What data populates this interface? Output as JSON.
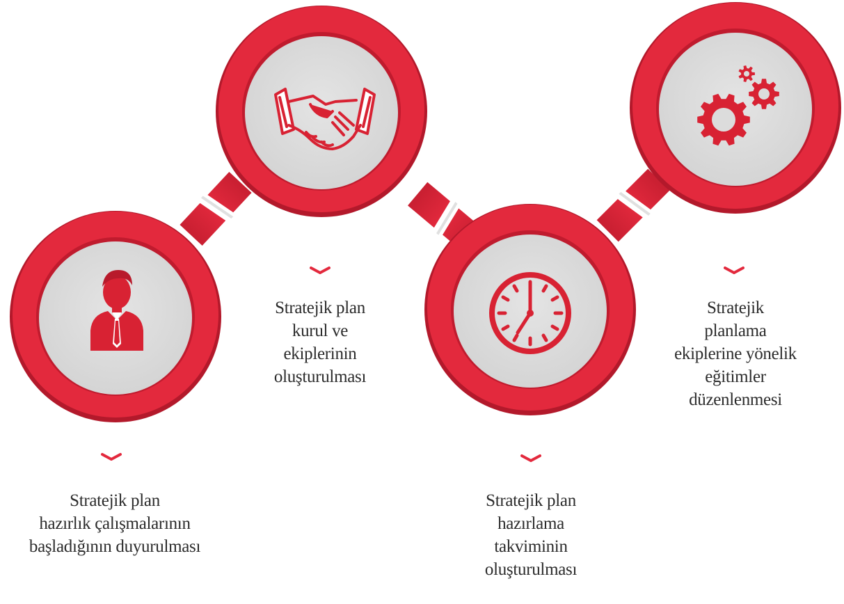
{
  "theme": {
    "ring_color": "#e3293d",
    "ring_dark": "#b3192b",
    "inner_color": "#dcdcdc",
    "icon_color": "#d82233",
    "text_color": "#2b2b2b"
  },
  "steps": [
    {
      "icon": "businessman-icon",
      "caption_lines": [
        "Stratejik plan",
        "hazırlık çalışmalarının",
        "başladığının duyurulması"
      ]
    },
    {
      "icon": "handshake-icon",
      "caption_lines": [
        "Stratejik plan",
        "kurul ve",
        "ekiplerinin",
        "oluşturulması"
      ]
    },
    {
      "icon": "clock-icon",
      "caption_lines": [
        "Stratejik plan",
        "hazırlama",
        "takviminin",
        "oluşturulması"
      ]
    },
    {
      "icon": "gears-icon",
      "caption_lines": [
        "Stratejik",
        "planlama",
        "ekiplerine yönelik",
        "eğitimler",
        "düzenlenmesi"
      ]
    }
  ]
}
